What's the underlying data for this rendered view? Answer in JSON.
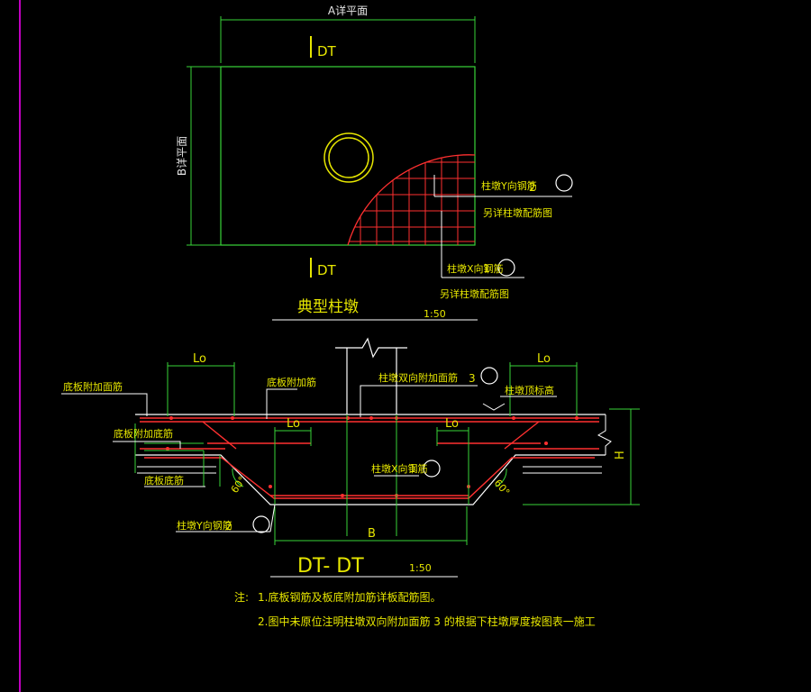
{
  "colors": {
    "background": "#000000",
    "outline": "#ffffff",
    "dimension": "#39d439",
    "rebar": "#ff3030",
    "text": "#e6e600",
    "border": "#c000c0"
  },
  "plan": {
    "dim_top": "A详平面",
    "dim_left": "B详平面",
    "section_marker": "DT",
    "callout_y_label": "柱墩Y向钢筋",
    "callout_y_num": "2",
    "callout_y_note": "另详柱墩配筋图",
    "callout_x_label": "柱墩X向钢筋",
    "callout_x_num": "1",
    "callout_x_note": "另详柱墩配筋图",
    "title": "典型柱墩",
    "scale": "1:50"
  },
  "section": {
    "lo_labels": [
      "Lo",
      "Lo",
      "Lo",
      "Lo"
    ],
    "bottom_plate_top_add": "底板附加面筋",
    "bottom_plate_add_rebar": "底板附加筋",
    "bottom_plate_bottom_add": "底板附加底筋",
    "bottom_plate_bottom": "底板底筋",
    "pier_two_way_add": "柱墩双向附加面筋",
    "pier_two_way_num": "3",
    "pier_top_elev": "柱墩顶标高",
    "pier_x_label": "柱墩X向钢筋",
    "pier_x_num": "1",
    "pier_y_label": "柱墩Y向钢筋",
    "pier_y_num": "2",
    "angle_left": "60°",
    "angle_right": "60°",
    "dim_b": "B",
    "dim_h": "H",
    "title": "DT- DT",
    "scale": "1:50"
  },
  "notes": {
    "prefix": "注:",
    "line1": "1.底板钢筋及板底附加筋详板配筋图。",
    "line2": "2.图中未原位注明柱墩双向附加面筋 3 的根据下柱墩厚度按图表一施工"
  }
}
